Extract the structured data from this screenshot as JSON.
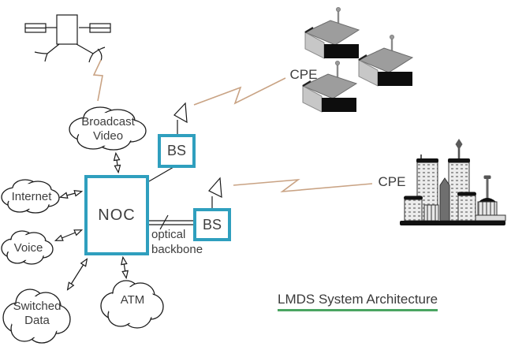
{
  "title": {
    "text": "LMDS System Architecture",
    "underline_color": "#4aa562"
  },
  "colors": {
    "accent_teal": "#2f9fbe",
    "lightning_tan": "#c9a384",
    "underline_green": "#4aa562",
    "text_gray": "#3d3d3d"
  },
  "nodes": {
    "noc": {
      "label": "NOC"
    },
    "bs_top": {
      "label": "BS"
    },
    "bs_bottom": {
      "label": "BS"
    },
    "clouds": {
      "broadcast_video": {
        "label": "Broadcast\nVideo"
      },
      "internet": {
        "label": "Internet"
      },
      "voice": {
        "label": "Voice"
      },
      "switched_data": {
        "label": "Switched\nData"
      },
      "atm": {
        "label": "ATM"
      }
    }
  },
  "labels": {
    "optical_backbone": "optical\nbackbone",
    "cpe_houses": "CPE",
    "cpe_city": "CPE"
  },
  "icons": {
    "satellite": "satellite-icon",
    "antenna": "antenna-icon",
    "lightning": "lightning-bolt-icon",
    "house": "house-icon",
    "city": "city-buildings-icon",
    "cloud": "cloud-icon"
  }
}
